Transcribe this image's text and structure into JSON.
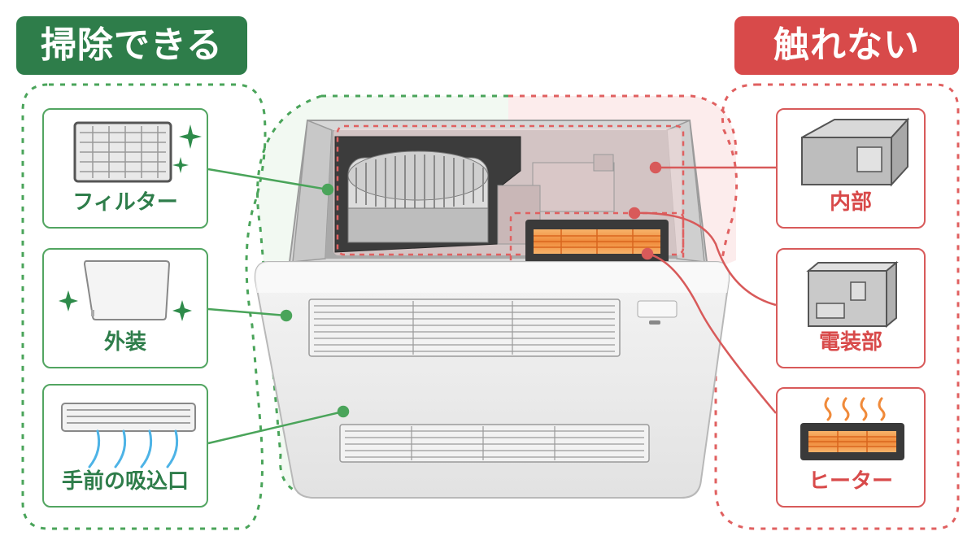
{
  "left_group": {
    "title": "掃除できる",
    "accent_color": "#2e7d4a",
    "items": [
      {
        "label": "フィルター",
        "icon": "filter-icon"
      },
      {
        "label": "外装",
        "icon": "panel-cover-icon"
      },
      {
        "label": "手前の吸込口",
        "icon": "air-intake-icon"
      }
    ]
  },
  "right_group": {
    "title": "触れない",
    "accent_color": "#d84a4a",
    "items": [
      {
        "label": "内部",
        "icon": "inner-box-icon"
      },
      {
        "label": "電装部",
        "icon": "electrical-box-icon"
      },
      {
        "label": "ヒーター",
        "icon": "heater-icon"
      }
    ]
  }
}
